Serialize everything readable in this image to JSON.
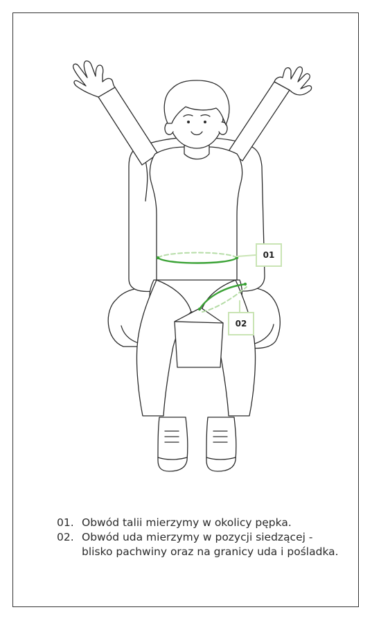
{
  "markers": [
    {
      "id": "01"
    },
    {
      "id": "02"
    }
  ],
  "legend": [
    {
      "number": "01.",
      "text": "Obwód talii mierzymy w okolicy pępka."
    },
    {
      "number": "02.",
      "text": "Obwód uda mierzymy w pozycji siedzącej - blisko pachwiny oraz na granicy uda i pośladka."
    }
  ],
  "colors": {
    "outline": "#2b2b2b",
    "measure": "#3aa235",
    "measure_dashed": "#b5dca6",
    "badge_border": "#c9e4b4"
  }
}
